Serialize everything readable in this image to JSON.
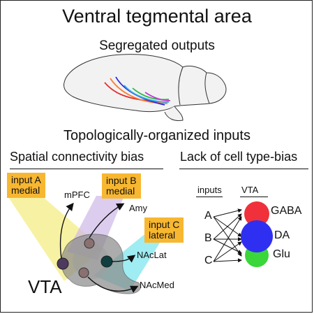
{
  "title": "Ventral tegmental area",
  "outputs_heading": "Segregated outputs",
  "inputs_heading": "Topologically-organized inputs",
  "left_panel": {
    "heading": "Spatial connectivity bias",
    "input_a": [
      "input A",
      "medial"
    ],
    "input_b": [
      "input B",
      "medial"
    ],
    "input_c": [
      "input C",
      "lateral"
    ],
    "targets": {
      "mpfc": "mPFC",
      "amy": "Amy",
      "naclat": "NAcLat",
      "nacmed": "NAcMed"
    },
    "region_label": "VTA"
  },
  "right_panel": {
    "heading": "Lack of cell type-bias",
    "inputs_header": "inputs",
    "vta_header": "VTA",
    "inputs": [
      "A",
      "B",
      "C"
    ],
    "cell_types": [
      "GABA",
      "DA",
      "Glu"
    ]
  },
  "colors": {
    "accent_tag": "#f7b731",
    "gaba": "#f0303a",
    "da": "#2f2ff2",
    "glu": "#3ad63a",
    "yellow_cone": "#f4ee84",
    "purple_cone": "#cdb8e8",
    "cyan_cone": "#7fe6ee"
  }
}
